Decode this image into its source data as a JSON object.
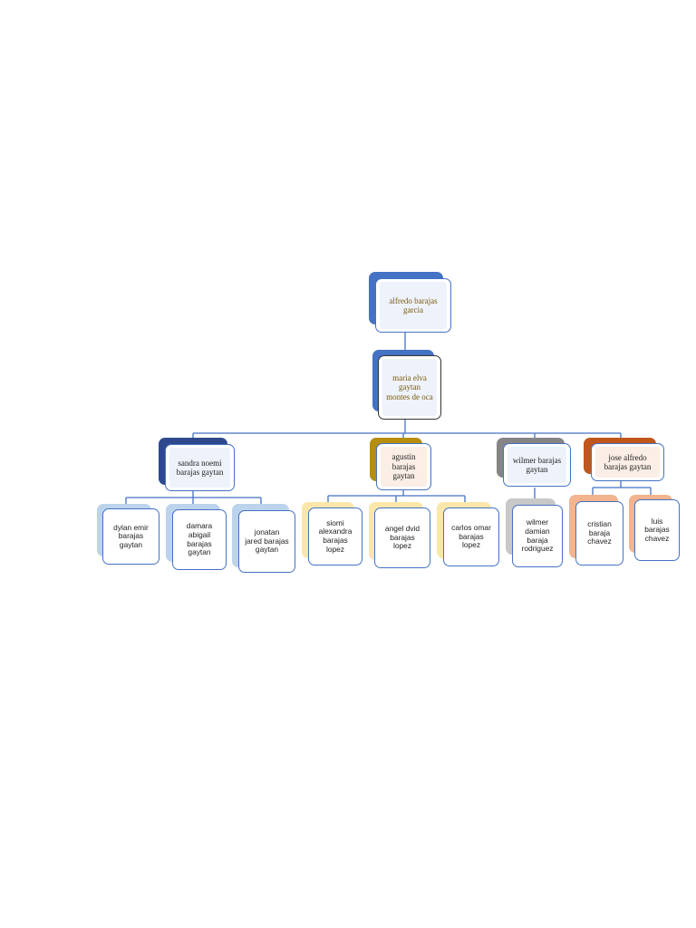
{
  "tree": {
    "root": {
      "label": "alfredo barajas\ngarcia"
    },
    "spouse": {
      "label": "maria elva\ngaytan\nmontes de oca"
    },
    "children": [
      {
        "label": "sandra noemi\nbarajas  gaytan",
        "accent": "#2e4a8c",
        "children": [
          {
            "label": "dylan emir\nbarajas\ngaytan",
            "accent": "#bcd3ec"
          },
          {
            "label": "damara\nabigail\nbarajas\ngaytan",
            "accent": "#bcd3ec"
          },
          {
            "label": "jonatan\njared barajas\ngaytan",
            "accent": "#bcd3ec"
          }
        ]
      },
      {
        "label": "agustin\nbarajas\ngaytan",
        "accent": "#b58e0e",
        "children": [
          {
            "label": "siomi\nalexandra\nbarajas\nlopez",
            "accent": "#fbe7a9"
          },
          {
            "label": "angel dvid\nbarajas\nlopez",
            "accent": "#fbe7a9"
          },
          {
            "label": "carlos omar\nbarajas\nlopez",
            "accent": "#fbe7a9"
          }
        ]
      },
      {
        "label": "wilmer barajas\ngaytan",
        "accent": "#858585",
        "children": [
          {
            "label": "wilmer\ndamian\nbaraja\nrodriguez",
            "accent": "#c8c8c8"
          }
        ]
      },
      {
        "label": "jose alfredo\nbarajas gaytan",
        "accent": "#c1561c",
        "children": [
          {
            "label": "cristian\nbaraja\nchavez",
            "accent": "#f3b48e"
          },
          {
            "label": "luis\nbarajas\nchavez",
            "accent": "#f3b48e"
          }
        ]
      }
    ]
  },
  "colors": {
    "line": "#4472c4",
    "root_accent": "#4472c4",
    "border": "#4472c4"
  }
}
